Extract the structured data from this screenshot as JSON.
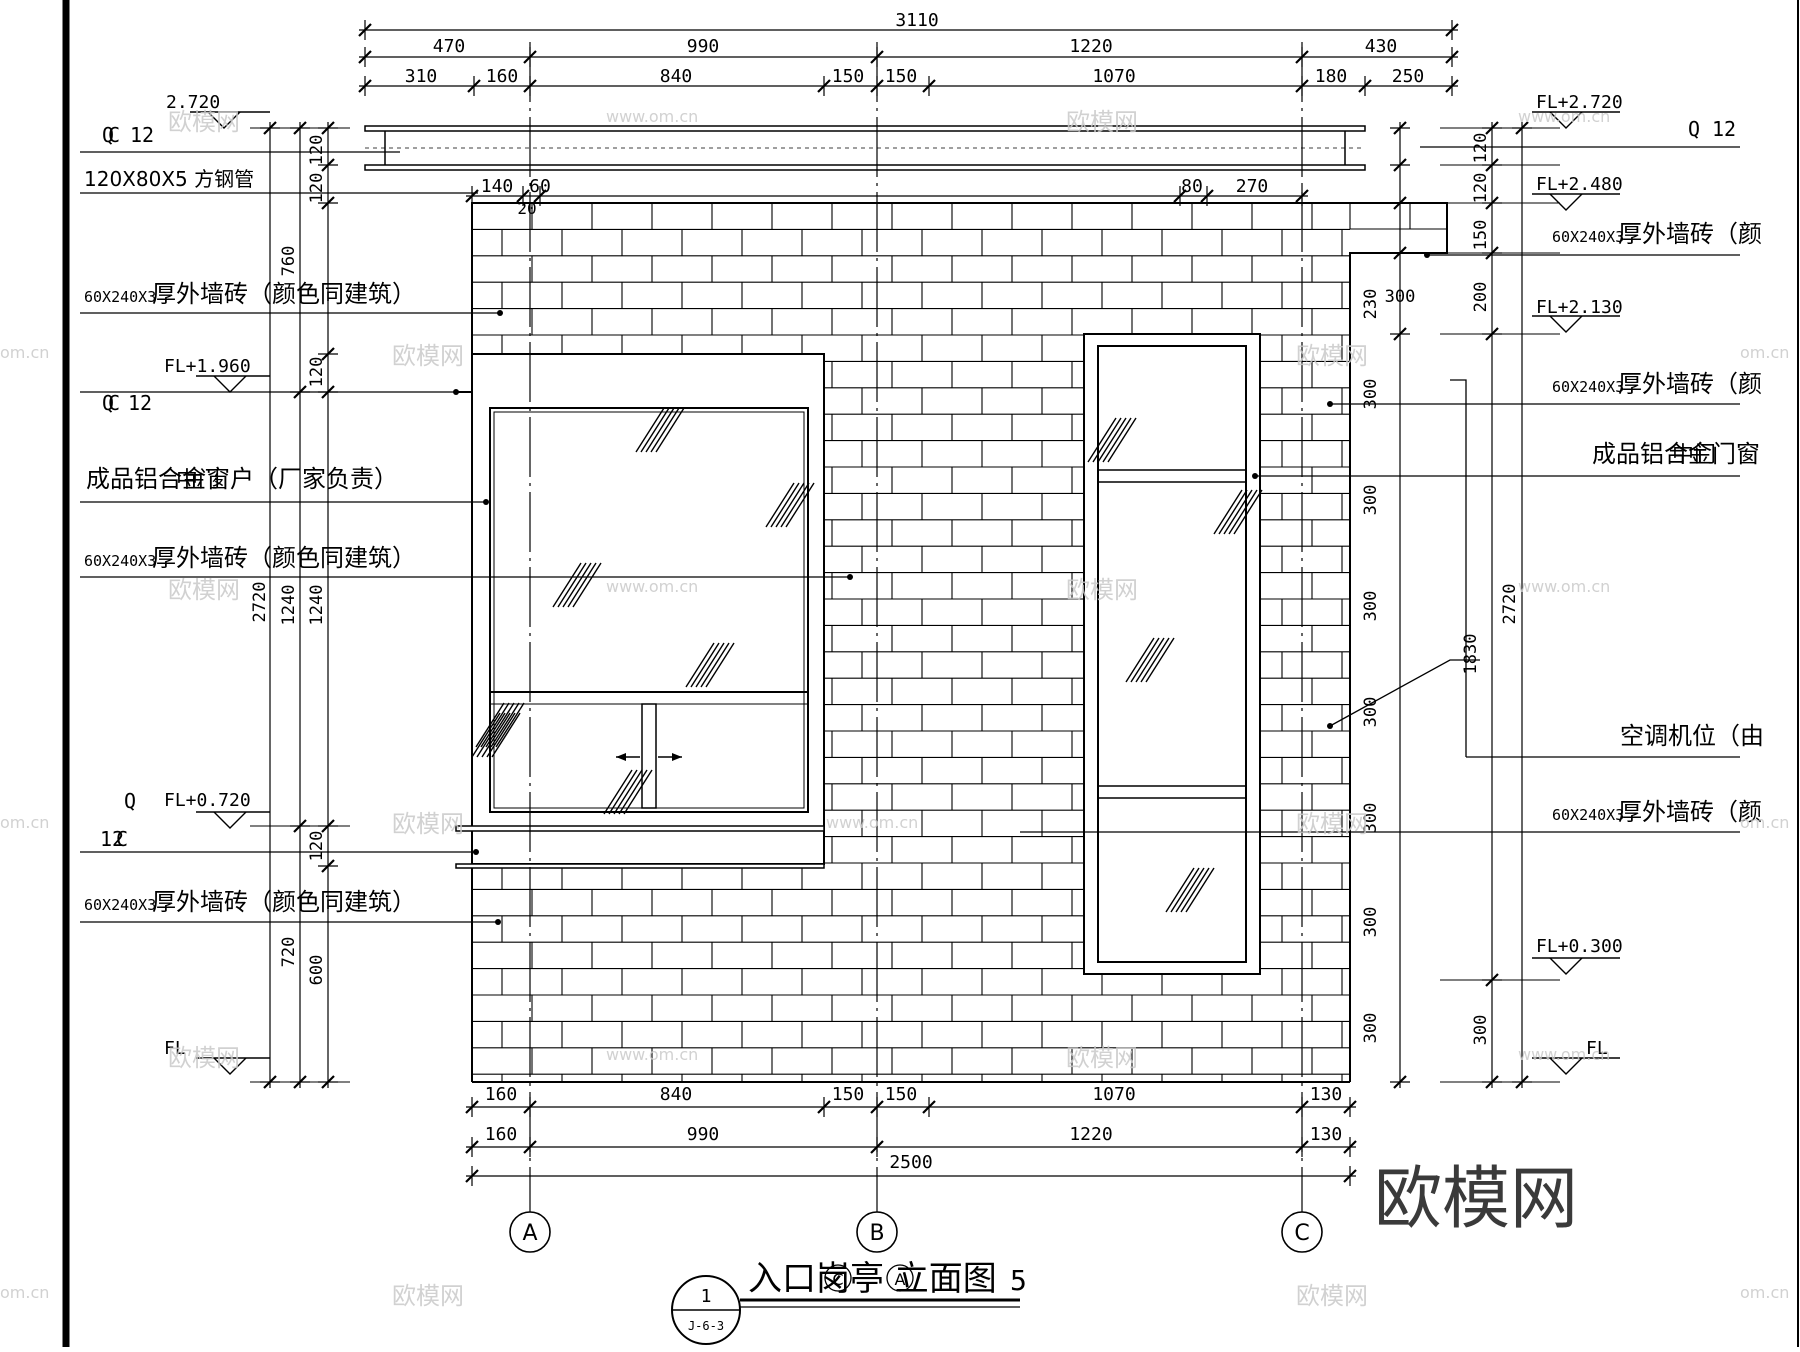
{
  "dims_top_row1": {
    "total": "3110"
  },
  "dims_top_row2": [
    "470",
    "990",
    "1220",
    "430"
  ],
  "dims_top_row3": [
    "310",
    "160",
    "840",
    "150",
    "150",
    "1070",
    "180",
    "250"
  ],
  "dims_top_row4": [
    "140",
    "60",
    "20",
    "80",
    "270"
  ],
  "dims_bottom_row1": [
    "160",
    "840",
    "150",
    "150",
    "1070",
    "130"
  ],
  "dims_bottom_row2": [
    "160",
    "990",
    "1220",
    "130"
  ],
  "dims_bottom_total": "2500",
  "dims_left_outer": [
    "760",
    "2720",
    "720"
  ],
  "dims_left_inner": [
    "120",
    "120",
    "120",
    "1240",
    "120",
    "600"
  ],
  "dims_left_mid": "1240",
  "dims_right_col1": [
    "120",
    "120",
    "150",
    "200",
    "300",
    "300",
    "300",
    "300",
    "300",
    "300",
    "300"
  ],
  "dims_right_total": "2720",
  "dims_right_misc": {
    "d230": "230",
    "d300": "300",
    "d1830": "1830"
  },
  "levels_left": {
    "top": "2.720",
    "fl1960": "FL+1.960",
    "fl0720": "FL+0.720",
    "fl": "FL"
  },
  "levels_right": {
    "fl2720": "FL+2.720",
    "fl2480": "FL+2.480",
    "fl2130": "FL+2.130",
    "fl0300": "FL+0.300",
    "fl": "FL"
  },
  "notes_left": {
    "beam1_q": "Q",
    "beam1_c": "C",
    "beam1_n": "12",
    "steel": "120X80X5  方钢管",
    "brick_spec": "60X240X3",
    "brick_text": "厚外墙砖（颜色同建筑）",
    "beam2_q": "Q",
    "beam2_c": "C",
    "beam2_n": "12",
    "window_text": "成品铝合金窗户（厂家负责）",
    "window_overlap": "中门",
    "beam3_q": "Q",
    "beam3_n": "12",
    "beam3_c": "C"
  },
  "notes_right": {
    "beam_q": "Q",
    "beam_n": "12",
    "brick_spec": "60X240X3",
    "brick_text": "厚外墙砖（颜",
    "door_text": "成品铝合金门窗",
    "door_overlap": "中门",
    "ac_text": "空调机位（由"
  },
  "axes": [
    "A",
    "B",
    "C"
  ],
  "title": {
    "text": "入口岗亭  立面图",
    "axis_a": "A",
    "axis_c": "C",
    "scale": "5",
    "index": "1",
    "sheet": "J-6-3"
  },
  "watermarks": {
    "brand": "欧模网",
    "url": "www.om.cn",
    "small": "om.cn"
  },
  "colors": {
    "line": "#000000",
    "watermark": "#c9c9c9",
    "brand": "#3a3a3a"
  }
}
